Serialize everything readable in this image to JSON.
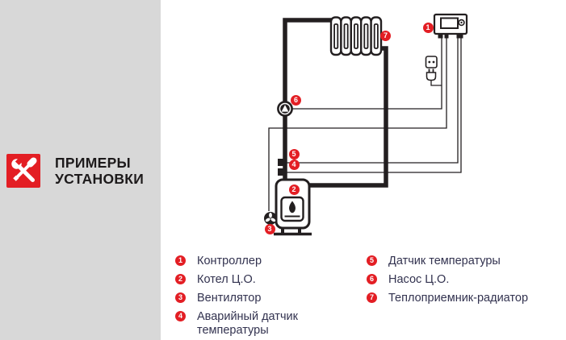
{
  "sidebar": {
    "title_line1": "ПРИМЕРЫ",
    "title_line2": "УСТАНОВКИ"
  },
  "diagram": {
    "badges": [
      "1",
      "2",
      "3",
      "4",
      "5",
      "6",
      "7"
    ]
  },
  "legend": {
    "left": [
      {
        "num": "1",
        "label": "Контроллер"
      },
      {
        "num": "2",
        "label": "Котел Ц.О."
      },
      {
        "num": "3",
        "label": "Вентилятор"
      },
      {
        "num": "4",
        "label": "Аварийный датчик температуры"
      }
    ],
    "right": [
      {
        "num": "5",
        "label": "Датчик температуры"
      },
      {
        "num": "6",
        "label": "Насос Ц.О."
      },
      {
        "num": "7",
        "label": "Теплоприемник-радиатор"
      }
    ]
  },
  "colors": {
    "accent_red": "#e31e24",
    "line_dark": "#231f20",
    "panel_bg": "#d8d8d8",
    "legend_text": "#32324f"
  }
}
